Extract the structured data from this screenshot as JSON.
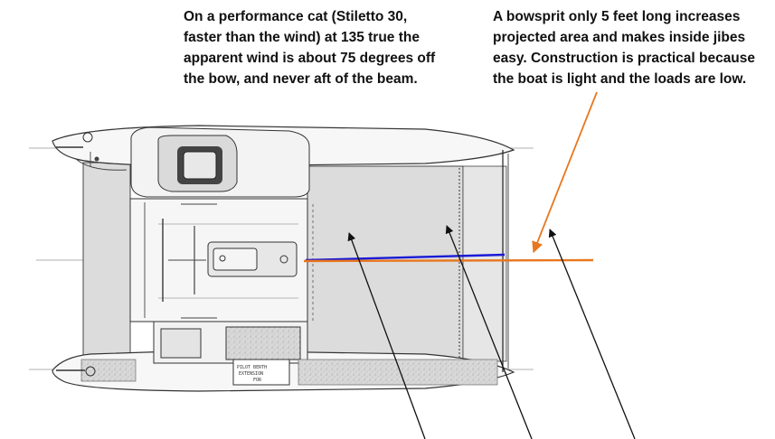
{
  "annotations": {
    "left_note": {
      "lines": [
        "On a performance cat (Stiletto 30,",
        "faster than the wind) at 135 true the",
        "apparent wind is about 75 degrees off",
        "the bow, and never aft of the beam."
      ]
    },
    "right_note": {
      "lines": [
        "A bowsprit only 5 feet long increases",
        "projected area and makes inside jibes",
        "easy. Construction is practical because",
        "the boat is light and the loads are low."
      ]
    }
  },
  "plan_labels": {
    "berth_label": "PILOT BERTH",
    "berth_label_2": "EXTENSION",
    "berth_label_3": "FOR"
  },
  "colors": {
    "bowsprit_line": "#e8761e",
    "boom_line": "#1a1ad6",
    "pointer_arrows": "#111111",
    "drawing_ink": "#333333",
    "trampoline_fill": "#dcdcdc"
  }
}
